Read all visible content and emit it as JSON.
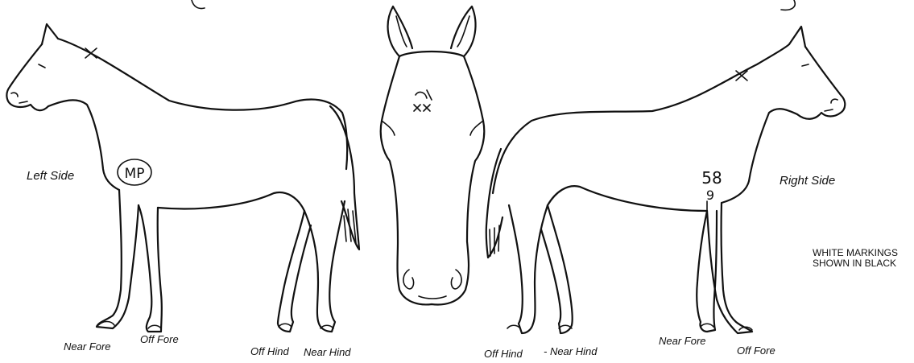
{
  "labels": {
    "left_side": "Left Side",
    "right_side": "Right Side",
    "left_legs": {
      "near_fore": "Near Fore",
      "off_fore": "Off Fore",
      "off_hind": "Off Hind",
      "near_hind": "Near Hind"
    },
    "right_legs": {
      "off_hind": "Off Hind",
      "near_hind": "- Near Hind",
      "near_fore": "Near Fore",
      "off_fore": "Off Fore"
    },
    "note_line1": "WHITE MARKINGS",
    "note_line2": "SHOWN IN BLACK"
  },
  "handwriting": {
    "left_brand": "MP",
    "right_number_top": "58",
    "right_number_bottom": "9"
  },
  "colors": {
    "ink": "#111111",
    "background": "#ffffff"
  }
}
